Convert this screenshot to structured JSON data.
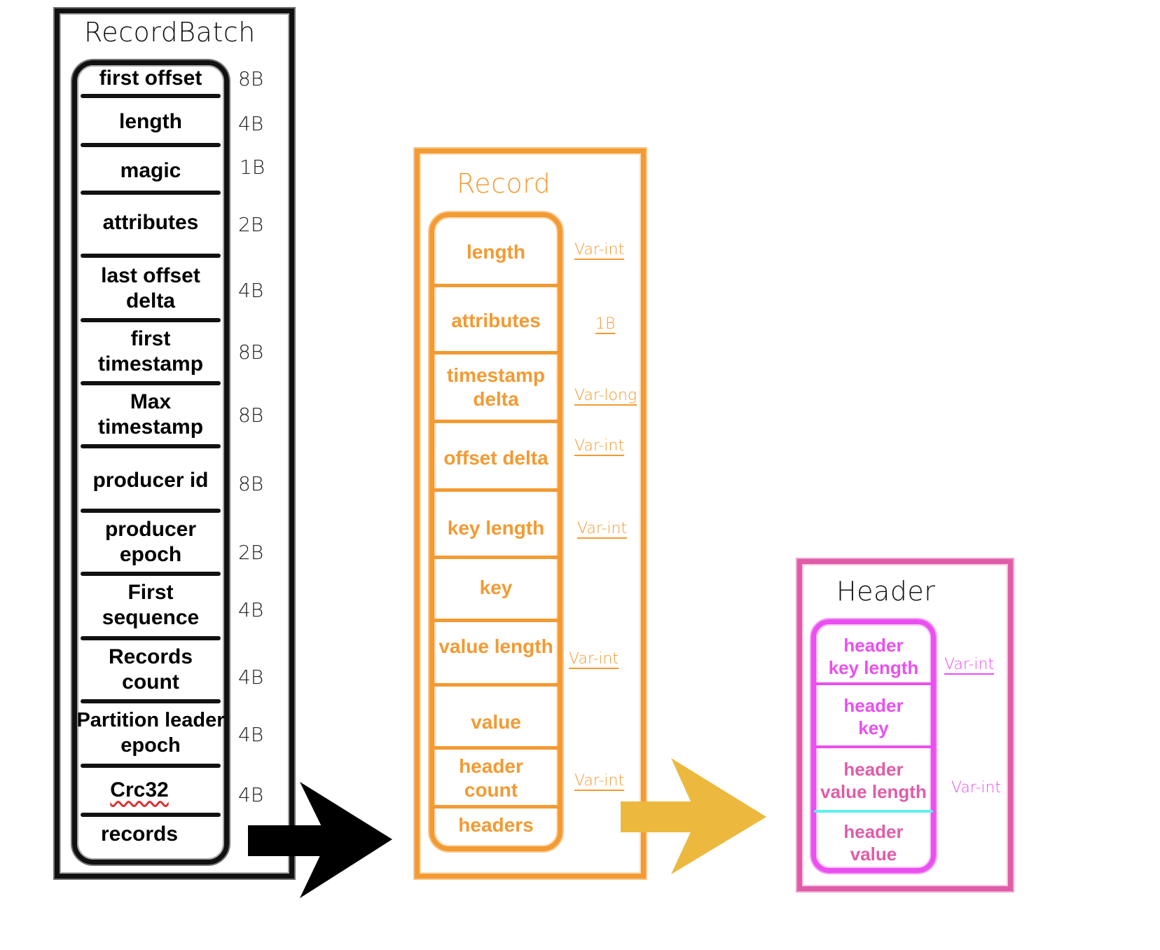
{
  "colors": {
    "black": "#111111",
    "orange": "#f39a32",
    "magenta_outer": "#e05ca8",
    "magenta_inner": "#ea4ff0",
    "cyan_separator": "#5ff0f0",
    "arrow_black": "#000000",
    "arrow_yellow": "#ecb83e"
  },
  "record_batch": {
    "title": "RecordBatch",
    "fields": [
      {
        "label": "first offset",
        "size": "8B"
      },
      {
        "label": "length",
        "size": "4B"
      },
      {
        "label": "magic",
        "size": "1B"
      },
      {
        "label": "attributes",
        "size": "2B"
      },
      {
        "label": "last offset\ndelta",
        "size": "4B"
      },
      {
        "label": "first\ntimestamp",
        "size": "8B"
      },
      {
        "label": "Max\ntimestamp",
        "size": "8B"
      },
      {
        "label": "producer id",
        "size": "8B"
      },
      {
        "label": "producer\nepoch",
        "size": "2B"
      },
      {
        "label": "First\nsequence",
        "size": "4B"
      },
      {
        "label": "Records\ncount",
        "size": "4B"
      },
      {
        "label": "Partition leader\nepoch",
        "size": "4B"
      },
      {
        "label": "Crc32",
        "size": "4B"
      },
      {
        "label": "records",
        "size": ""
      }
    ]
  },
  "record": {
    "title": "Record",
    "fields": [
      {
        "label": "length",
        "size": "Var-int"
      },
      {
        "label": "attributes",
        "size": "1B"
      },
      {
        "label": "timestamp\ndelta",
        "size": "Var-long"
      },
      {
        "label": "offset delta",
        "size": "Var-int"
      },
      {
        "label": "key length",
        "size": "Var-int"
      },
      {
        "label": "key",
        "size": ""
      },
      {
        "label": "value length",
        "size": "Var-int"
      },
      {
        "label": "value",
        "size": ""
      },
      {
        "label": "header\ncount",
        "size": "Var-int"
      },
      {
        "label": "headers",
        "size": ""
      }
    ]
  },
  "header": {
    "title": "Header",
    "fields": [
      {
        "label": "header\nkey length",
        "size": "Var-int"
      },
      {
        "label": "header\nkey",
        "size": ""
      },
      {
        "label": "header\nvalue length",
        "size": "Var-int"
      },
      {
        "label": "header\nvalue",
        "size": ""
      }
    ]
  }
}
